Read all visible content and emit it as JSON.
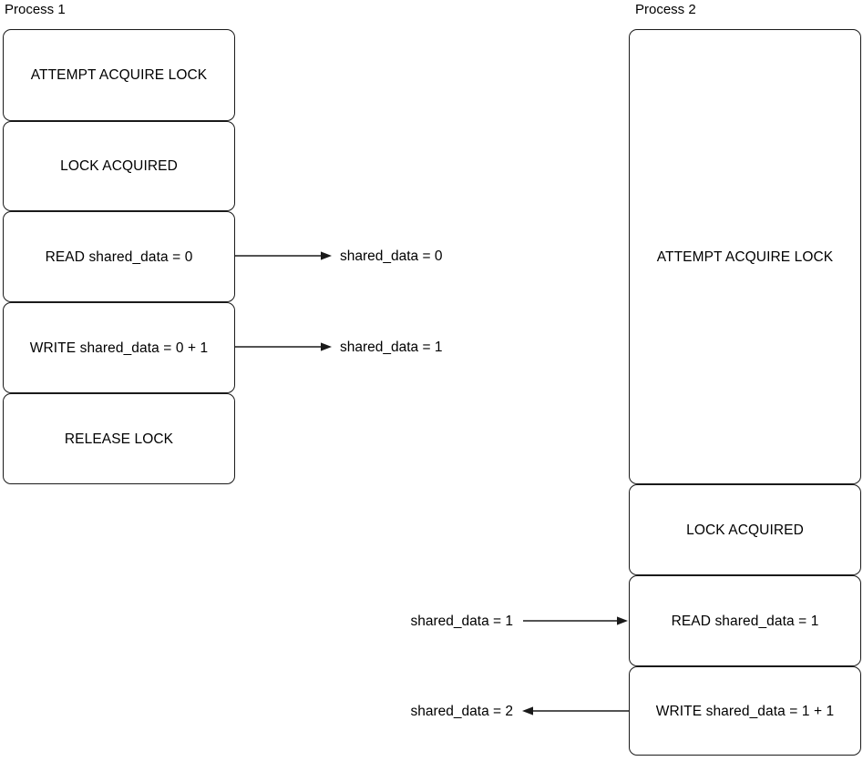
{
  "diagram": {
    "title_hidden": "",
    "lanes": [
      {
        "name": "process-1",
        "title": "Process 1",
        "steps": [
          {
            "label": "ATTEMPT ACQUIRE LOCK"
          },
          {
            "label": "LOCK ACQUIRED"
          },
          {
            "label": "READ shared_data = 0"
          },
          {
            "label": "WRITE shared_data = 0 + 1"
          },
          {
            "label": "RELEASE LOCK"
          }
        ]
      },
      {
        "name": "process-2",
        "title": "Process 2",
        "steps": [
          {
            "label": "ATTEMPT ACQUIRE LOCK"
          },
          {
            "label": "LOCK ACQUIRED"
          },
          {
            "label": "READ shared_data = 1"
          },
          {
            "label": "WRITE shared_data = 1 + 1"
          }
        ]
      }
    ],
    "messages": [
      {
        "name": "message-read-p1",
        "label": "shared_data = 0",
        "direction": "right"
      },
      {
        "name": "message-write-p1",
        "label": "shared_data = 1",
        "direction": "right"
      },
      {
        "name": "message-read-p2",
        "label": "shared_data = 1",
        "direction": "right"
      },
      {
        "name": "message-write-p2",
        "label": "shared_data = 2",
        "direction": "left"
      }
    ],
    "colors": {
      "stroke": "#1a1a1a",
      "text": "#000000",
      "background": "#ffffff"
    }
  }
}
